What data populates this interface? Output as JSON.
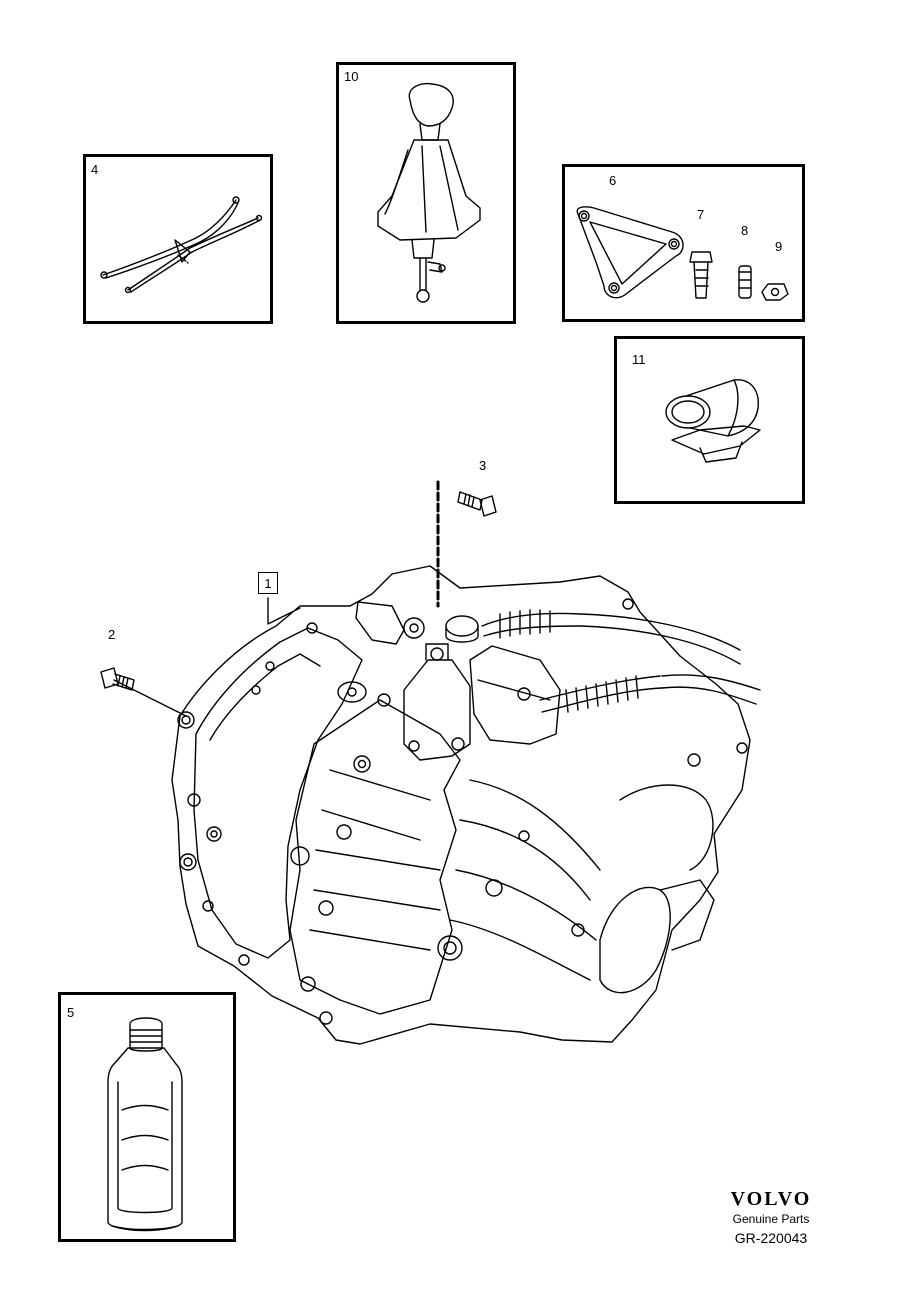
{
  "callouts": {
    "c1": "1",
    "c2": "2",
    "c3": "3",
    "c4": "4",
    "c5": "5",
    "c6": "6",
    "c7": "7",
    "c8": "8",
    "c9": "9",
    "c10": "10",
    "c11": "11"
  },
  "brand": {
    "logo": "VOLVO",
    "subtitle": "Genuine Parts",
    "code": "GR-220043"
  }
}
